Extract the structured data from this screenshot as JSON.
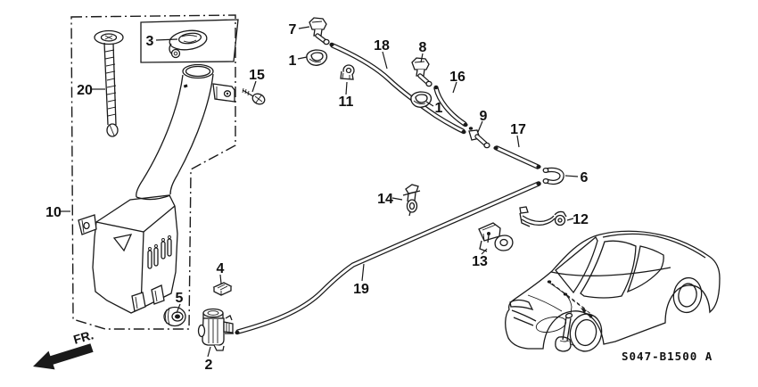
{
  "diagram": {
    "part_code": "S047-B1500 A",
    "front_marker_label": "FR.",
    "callouts": [
      {
        "label": "7"
      },
      {
        "label": "1"
      },
      {
        "label": "11"
      },
      {
        "label": "18"
      },
      {
        "label": "8"
      },
      {
        "label": "1"
      },
      {
        "label": "16"
      },
      {
        "label": "9"
      },
      {
        "label": "17"
      },
      {
        "label": "6"
      },
      {
        "label": "15"
      },
      {
        "label": "3"
      },
      {
        "label": "20"
      },
      {
        "label": "10"
      },
      {
        "label": "5"
      },
      {
        "label": "4"
      },
      {
        "label": "2"
      },
      {
        "label": "14"
      },
      {
        "label": "13"
      },
      {
        "label": "12"
      },
      {
        "label": "19"
      }
    ]
  }
}
